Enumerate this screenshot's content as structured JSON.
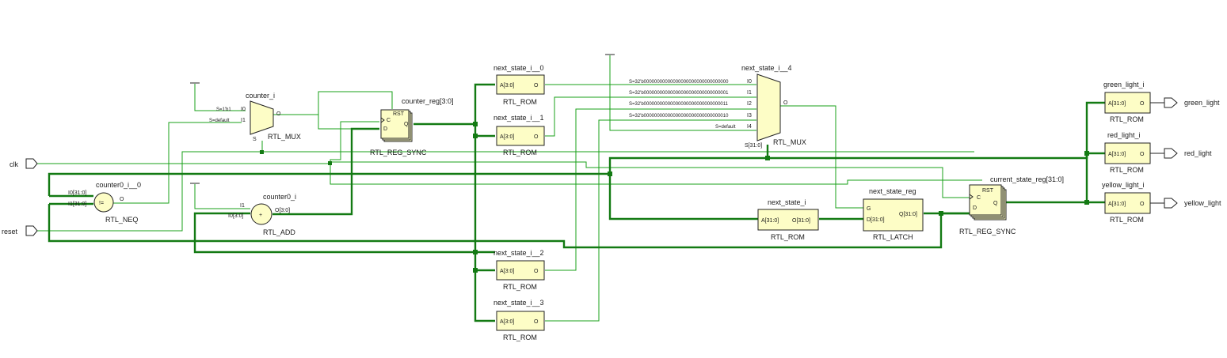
{
  "ports": {
    "inputs": [
      "clk",
      "reset"
    ],
    "outputs": [
      "green_light",
      "red_light",
      "yellow_light"
    ]
  },
  "cells": {
    "counter_i": {
      "name": "counter_i",
      "type": "RTL_MUX",
      "pins": {
        "i0": "I0",
        "i1": "I1",
        "o": "O",
        "s": "S",
        "s0": "S=1'b1",
        "s1": "S=default"
      }
    },
    "counter_reg": {
      "name": "counter_reg[3:0]",
      "type": "RTL_REG_SYNC",
      "pins": {
        "rst": "RST",
        "c": "C",
        "d": "D",
        "q": "Q"
      }
    },
    "counter0_i_0": {
      "name": "counter0_i__0",
      "type": "RTL_NEQ",
      "symbol": "!=",
      "pins": {
        "i0": "I0[31:0]",
        "i1": "I1[31:0]",
        "o": "O"
      }
    },
    "counter0_i": {
      "name": "counter0_i",
      "type": "RTL_ADD",
      "symbol": "+",
      "pins": {
        "i0": "I0[3:0]",
        "i1": "I1",
        "o": "O[3:0]"
      }
    },
    "ns0": {
      "name": "next_state_i__0",
      "type": "RTL_ROM",
      "pins": {
        "a": "A[3:0]",
        "o": "O"
      }
    },
    "ns1": {
      "name": "next_state_i__1",
      "type": "RTL_ROM",
      "pins": {
        "a": "A[3:0]",
        "o": "O"
      }
    },
    "ns2": {
      "name": "next_state_i__2",
      "type": "RTL_ROM",
      "pins": {
        "a": "A[3:0]",
        "o": "O"
      }
    },
    "ns3": {
      "name": "next_state_i__3",
      "type": "RTL_ROM",
      "pins": {
        "a": "A[3:0]",
        "o": "O"
      }
    },
    "ns4": {
      "name": "next_state_i__4",
      "type": "RTL_MUX",
      "pins": {
        "i0": "I0",
        "i1": "I1",
        "i2": "I2",
        "i3": "I3",
        "i4": "I4",
        "o": "O",
        "s": "S[31:0]"
      },
      "sel": [
        "S=32'b00000000000000000000000000000000",
        "S=32'b00000000000000000000000000000001",
        "S=32'b00000000000000000000000000000011",
        "S=32'b00000000000000000000000000000010",
        "S=default"
      ]
    },
    "ns_i": {
      "name": "next_state_i",
      "type": "RTL_ROM",
      "pins": {
        "a": "A[31:0]",
        "o": "O[31:0]"
      }
    },
    "ns_reg": {
      "name": "next_state_reg",
      "type": "RTL_LATCH",
      "pins": {
        "g": "G",
        "d": "D[31:0]",
        "q": "Q[31:0]"
      }
    },
    "cs_reg": {
      "name": "current_state_reg[31:0]",
      "type": "RTL_REG_SYNC",
      "pins": {
        "rst": "RST",
        "c": "C",
        "d": "D",
        "q": "Q"
      }
    },
    "green": {
      "name": "green_light_i",
      "type": "RTL_ROM",
      "pins": {
        "a": "A[31:0]",
        "o": "O"
      }
    },
    "red": {
      "name": "red_light_i",
      "type": "RTL_ROM",
      "pins": {
        "a": "A[31:0]",
        "o": "O"
      }
    },
    "yellow": {
      "name": "yellow_light_i",
      "type": "RTL_ROM",
      "pins": {
        "a": "A[31:0]",
        "o": "O"
      }
    }
  }
}
